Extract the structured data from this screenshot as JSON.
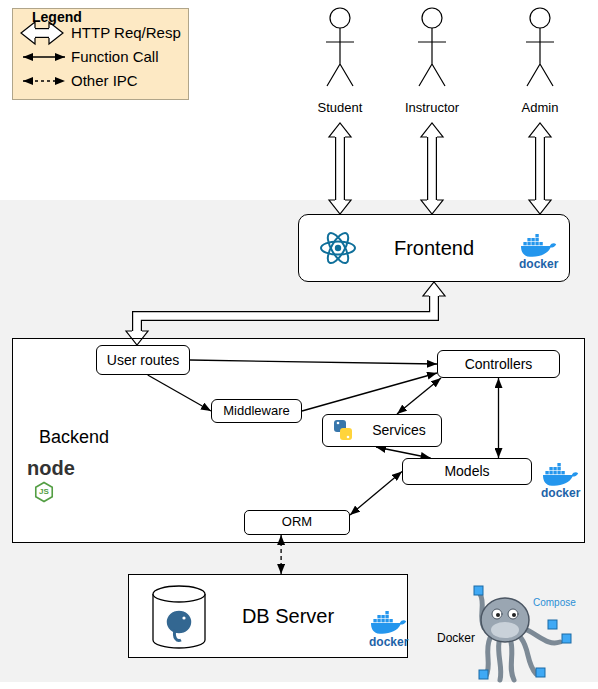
{
  "diagram": {
    "nodes": [
      {
        "text": [
          "Student"
        ]
      },
      {
        "text": [
          "Instructor"
        ]
      },
      {
        "text": [
          "Admin"
        ]
      },
      {
        "text": [
          "Frontend"
        ]
      },
      {
        "text": [
          "Backend"
        ]
      },
      {
        "text": [
          "User routes"
        ],
        "in": 4
      },
      {
        "text": [
          "Controllers"
        ],
        "in": 4
      },
      {
        "text": [
          "Middleware"
        ],
        "in": 4
      },
      {
        "text": [
          "Services"
        ],
        "in": 4
      },
      {
        "text": [
          "Models"
        ],
        "in": 4
      },
      {
        "text": [
          "ORM"
        ],
        "in": 4
      },
      {
        "text": [
          "DB Server"
        ]
      }
    ],
    "edges": [
      {
        "from": 0,
        "to": 3,
        "arrow": "both"
      },
      {
        "from": 1,
        "to": 3,
        "arrow": "both"
      },
      {
        "from": 2,
        "to": 3,
        "arrow": "both"
      },
      {
        "from": 3,
        "to": 5,
        "arrow": "both"
      },
      {
        "from": 5,
        "to": 6,
        "arrow": "to"
      },
      {
        "from": 5,
        "to": 7,
        "arrow": "to"
      },
      {
        "from": 7,
        "to": 6,
        "arrow": "to"
      },
      {
        "from": 6,
        "to": 8,
        "arrow": "both"
      },
      {
        "from": 6,
        "to": 9,
        "arrow": "both"
      },
      {
        "from": 8,
        "to": 9,
        "arrow": "both"
      },
      {
        "from": 9,
        "to": 10,
        "arrow": "both"
      },
      {
        "from": 10,
        "to": 11,
        "arrow": "both"
      }
    ],
    "labels": [
      "Legend",
      "docker",
      "docker",
      "docker",
      "node",
      "JS",
      "Docker",
      "Compose"
    ],
    "legend": [
      {
        "text": "HTTP Req/Resp"
      },
      {
        "text": "Function Call"
      },
      {
        "text": "Other IPC"
      }
    ]
  }
}
